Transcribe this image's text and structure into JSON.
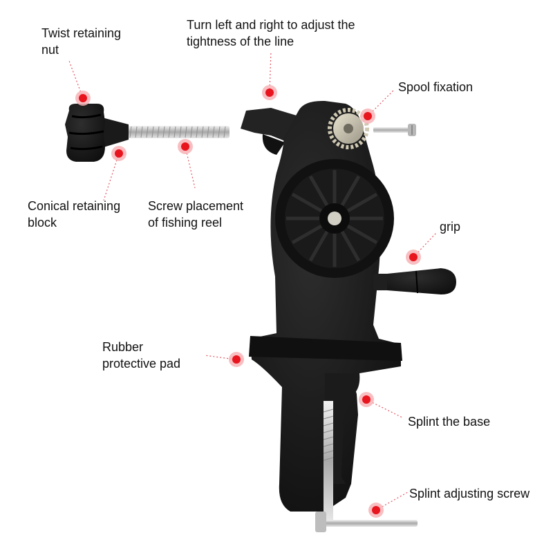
{
  "labels": {
    "twist_nut": {
      "line1": "Twist retaining",
      "line2": "nut"
    },
    "turn_adjust": {
      "line1": "Turn left and right to adjust the",
      "line2": "tightness of the line"
    },
    "spool_fixation": {
      "line1": "Spool fixation"
    },
    "conical_block": {
      "line1": "Conical retaining",
      "line2": "block"
    },
    "screw_placement": {
      "line1": "Screw placement",
      "line2": "of fishing reel"
    },
    "grip": {
      "line1": "grip"
    },
    "rubber_pad": {
      "line1": "Rubber",
      "line2": "protective pad"
    },
    "splint_base": {
      "line1": "Splint the base"
    },
    "splint_screw": {
      "line1": "Splint adjusting screw"
    }
  },
  "colors": {
    "marker": "#e8141e",
    "marker_halo": "#f7b3b6",
    "leader": "#e25560",
    "body": "#141414",
    "metal": "#c9c9c9"
  }
}
